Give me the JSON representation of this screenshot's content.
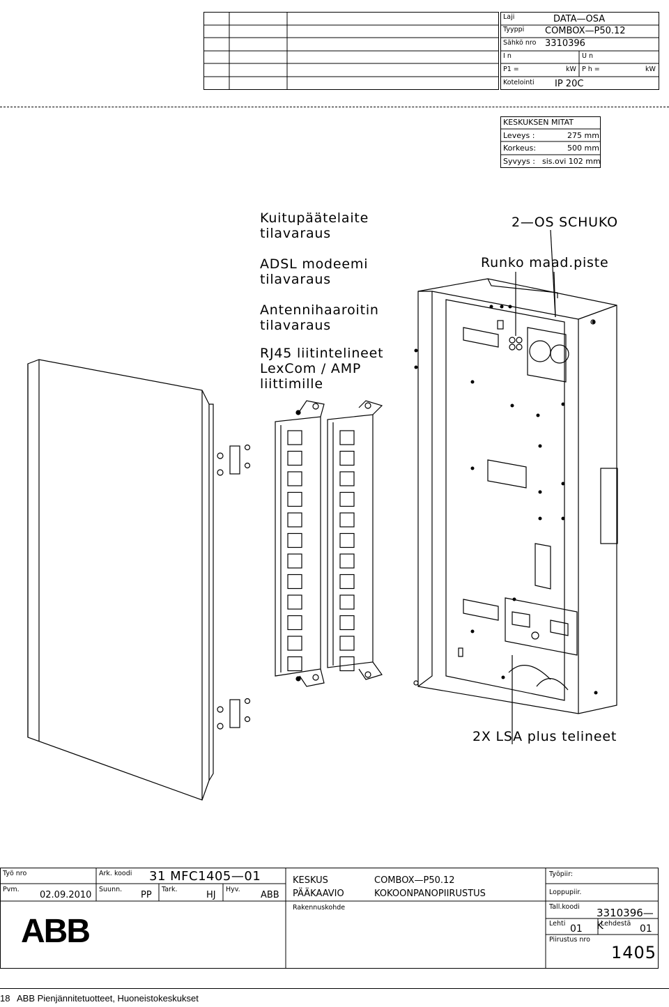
{
  "header_block": {
    "rows": [
      {
        "label": "Laji",
        "value": "DATA—OSA"
      },
      {
        "label": "Tyyppi",
        "value": "COMBOX—P50.12"
      },
      {
        "label": "Sähkö nro",
        "value": "3310396"
      },
      {
        "label_left": "I n",
        "label_right": "U n"
      },
      {
        "label_left": "P1 =",
        "unit_left": "kW",
        "label_right": "P h =",
        "unit_right": "kW"
      },
      {
        "label": "Kotelointi",
        "value": "IP 20C"
      }
    ]
  },
  "dimensions": {
    "title": "KESKUKSEN MITAT",
    "rows": [
      {
        "label": "Leveys :",
        "value": "275 mm"
      },
      {
        "label": "Korkeus:",
        "value": "500 mm"
      },
      {
        "label": "Syvyys :",
        "value": "sis.ovi 102 mm"
      }
    ]
  },
  "callouts": {
    "kuitu": "Kuitupäätelaite\ntilavaraus",
    "adsl": "ADSL modeemi\ntilavaraus",
    "antenni": "Antennihaaroitin\ntilavaraus",
    "rj45": "RJ45 liitintelineet\nLexCom / AMP\nliittimille",
    "schuko": "2—OS SCHUKO",
    "runko": "Runko maad.piste",
    "lsa": "2X LSA plus telineet"
  },
  "title_block": {
    "tyo_nro_label": "Työ nro",
    "ark_koodi_label": "Ark. koodi",
    "ark_koodi_value": "31  MFC1405—01",
    "pvm_label": "Pvm.",
    "pvm_value": "02.09.2010",
    "suunn_label": "Suunn.",
    "suunn_value": "PP",
    "tark_label": "Tark.",
    "tark_value": "HJ",
    "hyv_label": "Hyv.",
    "hyv_value": "ABB",
    "keskus": "KESKUS",
    "combox": "COMBOX—P50.12",
    "paakaavio": "PÄÄKAAVIO",
    "kokoonpano": "KOKOONPANOPIIRUSTUS",
    "rakennuskohde": "Rakennuskohde",
    "logo": "ABB",
    "tyopiir_label": "Työpiir:",
    "loppupiir_label": "Loppupiir.",
    "tallkoodi_label": "Tall.koodi",
    "tallkoodi_value": "3310396—K",
    "lehti_label": "Lehti",
    "lehti_value": "01",
    "lehdesta_label": "Lehdestä",
    "lehdesta_value": "01",
    "piirustus_label": "Piirustus nro",
    "piirustus_value": "1405"
  },
  "footer": {
    "page": "18",
    "text": "ABB Pienjännitetuotteet, Huoneistokeskukset"
  }
}
